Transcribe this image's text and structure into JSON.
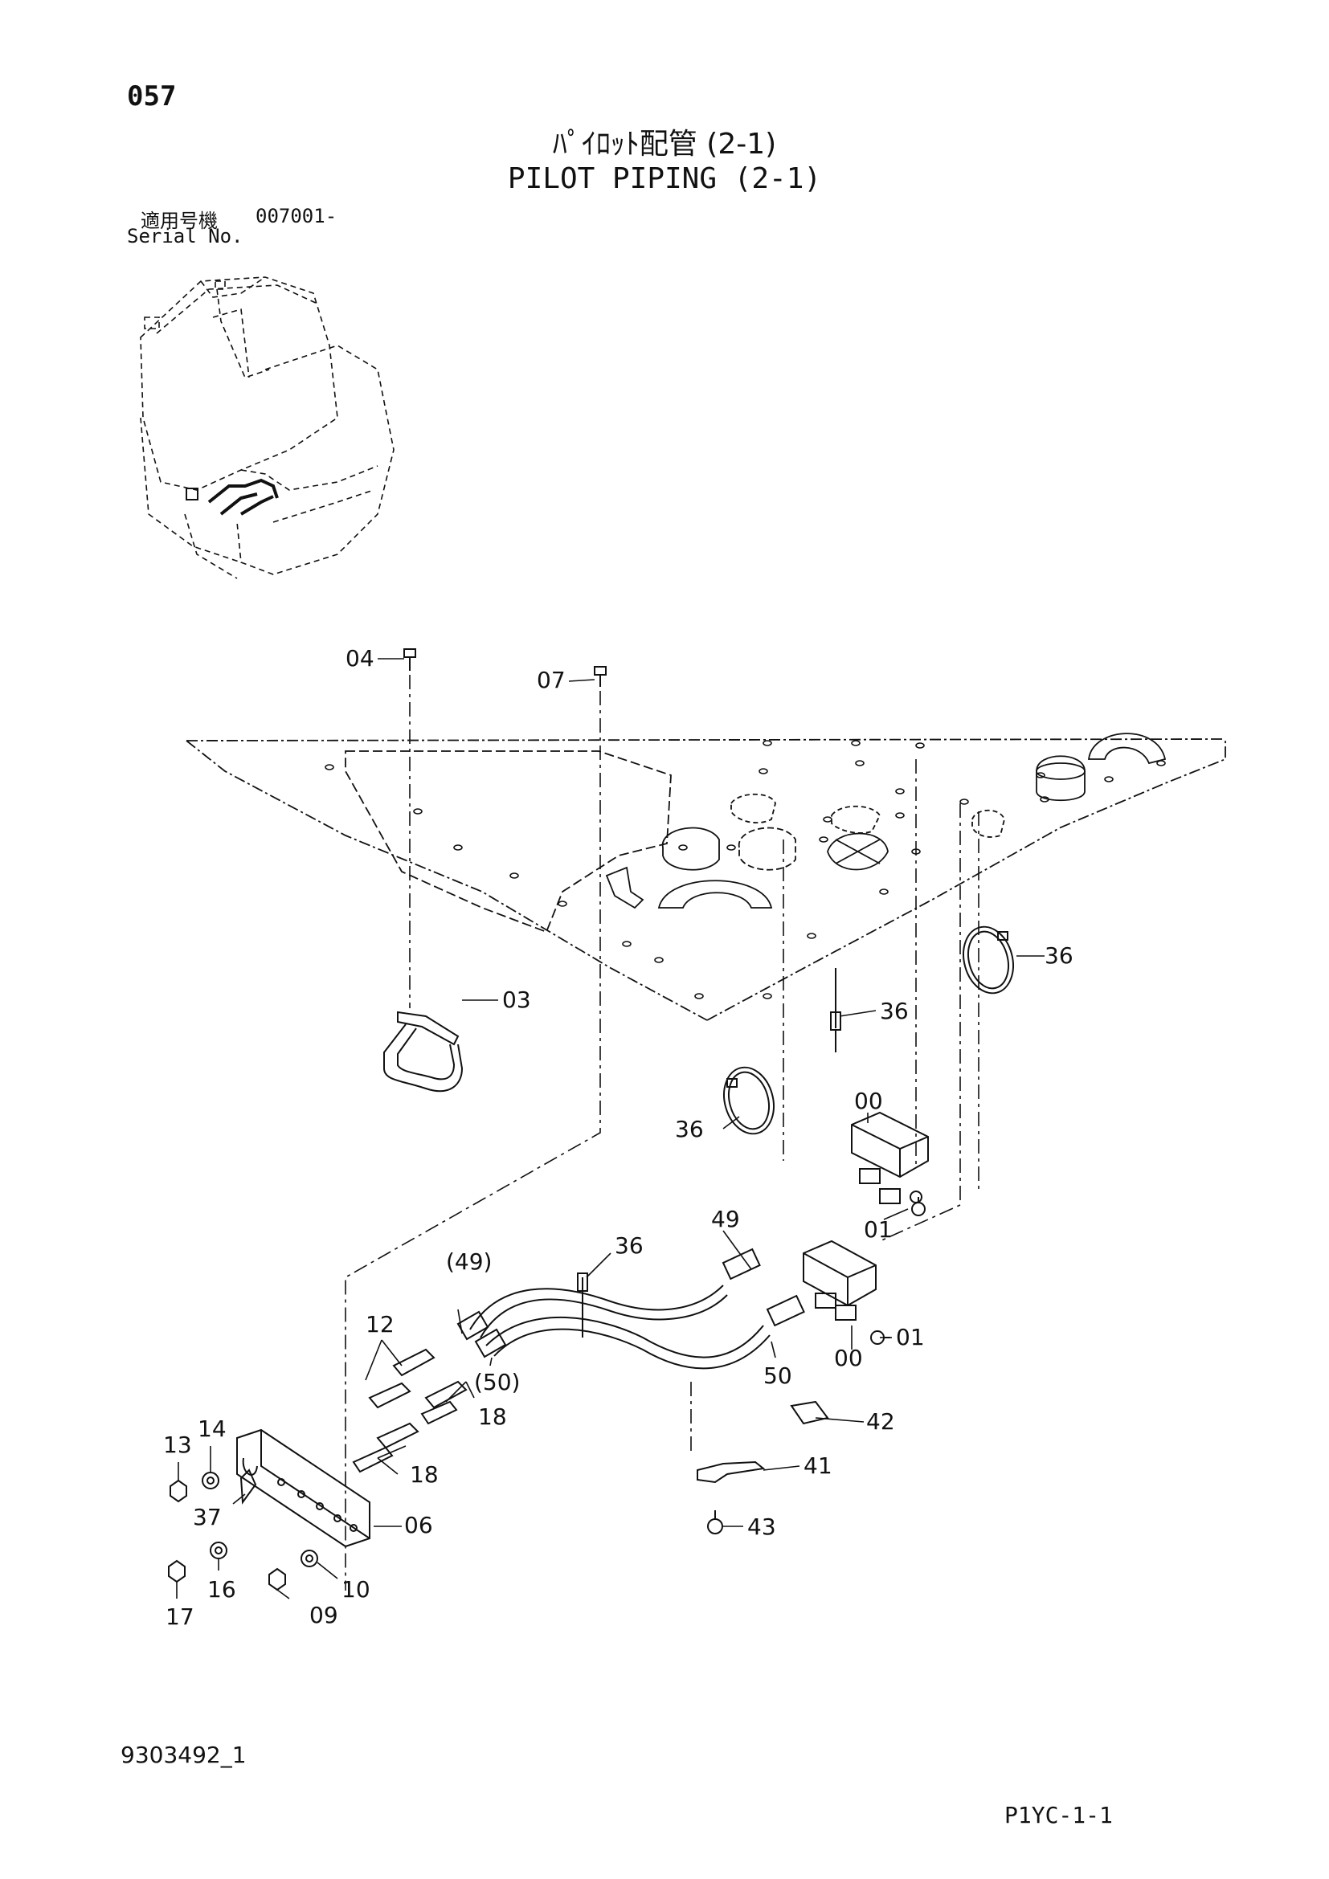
{
  "header": {
    "page_number": "057",
    "title_jp": "ﾊﾟｲﾛｯﾄ配管 (2-1)",
    "title_en": "PILOT PIPING (2-1)",
    "serial_label_jp": "適用号機",
    "serial_value": "007001-",
    "serial_label_en": "Serial No."
  },
  "callouts": {
    "c04": "04",
    "c07": "07",
    "c03": "03",
    "c36a": "36",
    "c36b": "36",
    "c36c": "36",
    "c36d": "36",
    "c00a": "00",
    "c00b": "00",
    "c01a": "01",
    "c01b": "01",
    "c49": "49",
    "c49p": "(49)",
    "c50": "50",
    "c50p": "(50)",
    "c12": "12",
    "c18a": "18",
    "c18b": "18",
    "c13": "13",
    "c14": "14",
    "c37": "37",
    "c06": "06",
    "c16": "16",
    "c17": "17",
    "c09": "09",
    "c10": "10",
    "c41": "41",
    "c42": "42",
    "c43": "43"
  },
  "footer": {
    "document_code": "9303492_1",
    "page_code": "P1YC-1-1"
  }
}
